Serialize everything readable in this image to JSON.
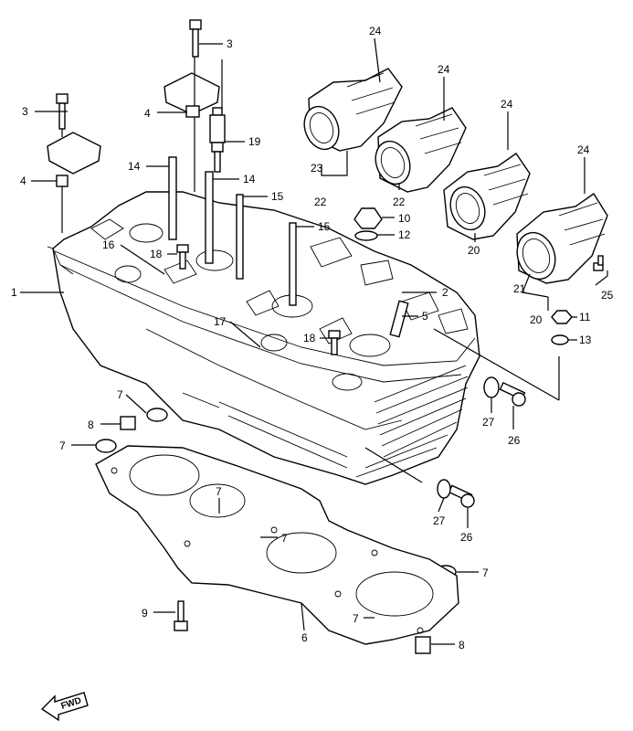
{
  "callouts": {
    "c1": "1",
    "c2": "2",
    "c3a": "3",
    "c3b": "3",
    "c4a": "4",
    "c4b": "4",
    "c5": "5",
    "c6": "6",
    "c7a": "7",
    "c7b": "7",
    "c7c": "7",
    "c7d": "7",
    "c7e": "7",
    "c7f": "7",
    "c8a": "8",
    "c8b": "8",
    "c9": "9",
    "c10": "10",
    "c11": "11",
    "c12": "12",
    "c13": "13",
    "c14a": "14",
    "c14b": "14",
    "c15a": "15",
    "c15b": "15",
    "c16": "16",
    "c17": "17",
    "c18a": "18",
    "c18b": "18",
    "c19": "19",
    "c20a": "20",
    "c20b": "20",
    "c21": "21",
    "c22a": "22",
    "c22b": "22",
    "c23": "23",
    "c24a": "24",
    "c24b": "24",
    "c24c": "24",
    "c24d": "24",
    "c25": "25",
    "c26a": "26",
    "c26b": "26",
    "c27a": "27",
    "c27b": "27"
  },
  "fwd_label": "FWD"
}
